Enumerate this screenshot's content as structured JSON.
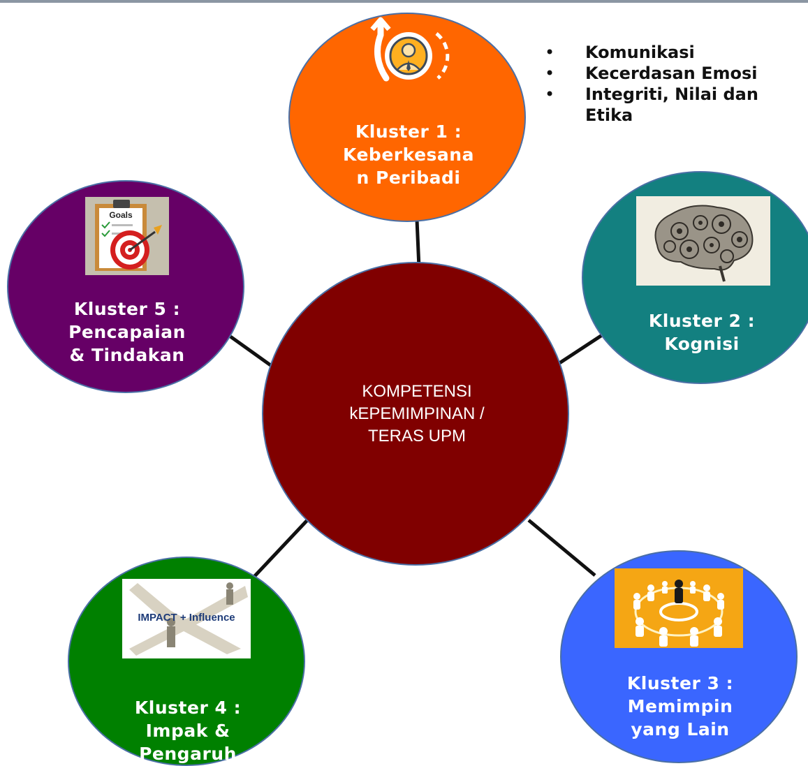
{
  "center": {
    "title_lines": [
      "KOMPETENSI",
      "kEPEMIMPINAN /",
      "TERAS UPM"
    ]
  },
  "clusters": [
    {
      "label_lines": [
        "Kluster 1 :",
        "Keberkesana",
        "n Peribadi"
      ],
      "color": "#ff6600",
      "icon": "leader-growth-icon"
    },
    {
      "label_lines": [
        "Kluster 2 :",
        "Kognisi"
      ],
      "color": "#138080",
      "icon": "brain-gears-icon"
    },
    {
      "label_lines": [
        "Kluster 3 :",
        "Memimpin",
        "yang Lain"
      ],
      "color": "#3a66ff",
      "icon": "leader-crowd-icon"
    },
    {
      "label_lines": [
        "Kluster 4 :",
        "Impak &",
        "Pengaruh"
      ],
      "color": "#008000",
      "icon": "impact-influence-image",
      "image_text": "IMPACT + Influence"
    },
    {
      "label_lines": [
        "Kluster 5 :",
        "Pencapaian",
        "& Tindakan"
      ],
      "color": "#660066",
      "icon": "goals-target-icon",
      "image_text": "Goals"
    }
  ],
  "cluster1_points": [
    "Komunikasi",
    "Kecerdasan Emosi",
    "Integriti, Nilai dan Etika"
  ],
  "colors": {
    "center": "#800000",
    "connector": "#111111",
    "node_border": "#4a6fa5"
  }
}
